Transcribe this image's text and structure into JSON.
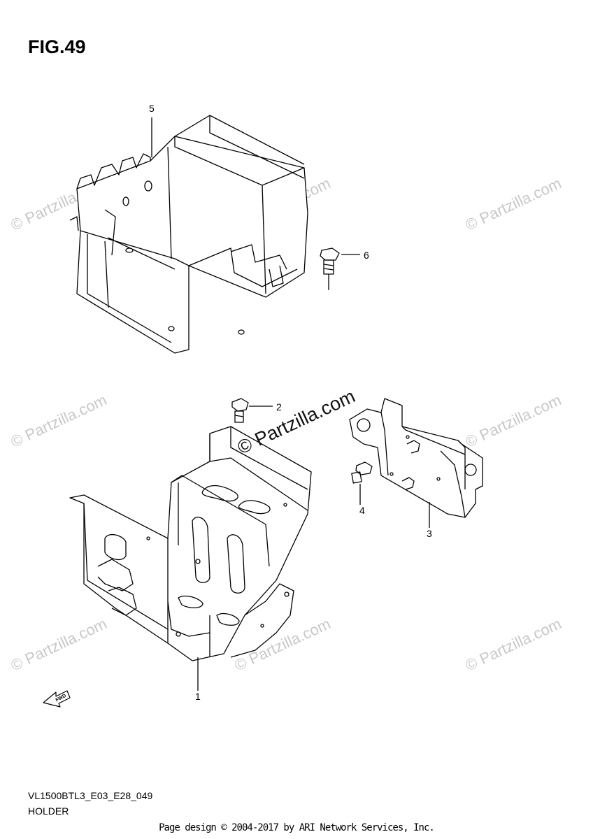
{
  "figure": {
    "title": "FIG.49"
  },
  "callouts": [
    "1",
    "2",
    "3",
    "4",
    "5",
    "6"
  ],
  "fwd_label": "FWD",
  "watermark": {
    "text": "© Partzilla.com",
    "featured_text": "© Partzilla.com"
  },
  "footer": {
    "code": "VL1500BTL3_E03_E28_049",
    "name": "HOLDER",
    "copyright": "Page design © 2004-2017 by ARI Network Services, Inc."
  }
}
